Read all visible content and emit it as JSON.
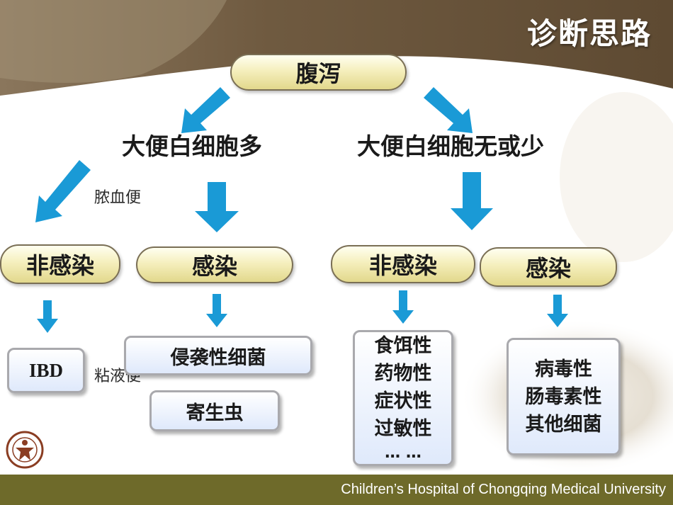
{
  "header": {
    "title": "诊断思路"
  },
  "nodes": {
    "root": "腹泻",
    "left_branch": "大便白细胞多",
    "right_branch": "大便白细胞无或少",
    "left_noninfect": "非感染",
    "left_infect": "感染",
    "right_noninfect": "非感染",
    "right_infect": "感染",
    "ibd": "IBD",
    "invasive_bacteria": "侵袭性细菌",
    "parasite": "寄生虫",
    "nonvirus_list": [
      "食饵性",
      "药物性",
      "症状性",
      "过敏性",
      "… …"
    ],
    "virus_list": [
      "病毒性",
      "肠毒素性",
      "其他细菌"
    ]
  },
  "notes": {
    "pus_blood": "脓血便",
    "mucus": "粘液便"
  },
  "footer": {
    "text": "Children’s Hospital of Chongqing Medical University"
  },
  "colors": {
    "arrow": "#1a9ad6",
    "footer_bar": "#6e6a2a",
    "pill_fill": "#f5efbd",
    "box_fill": "#dfe9fb"
  }
}
